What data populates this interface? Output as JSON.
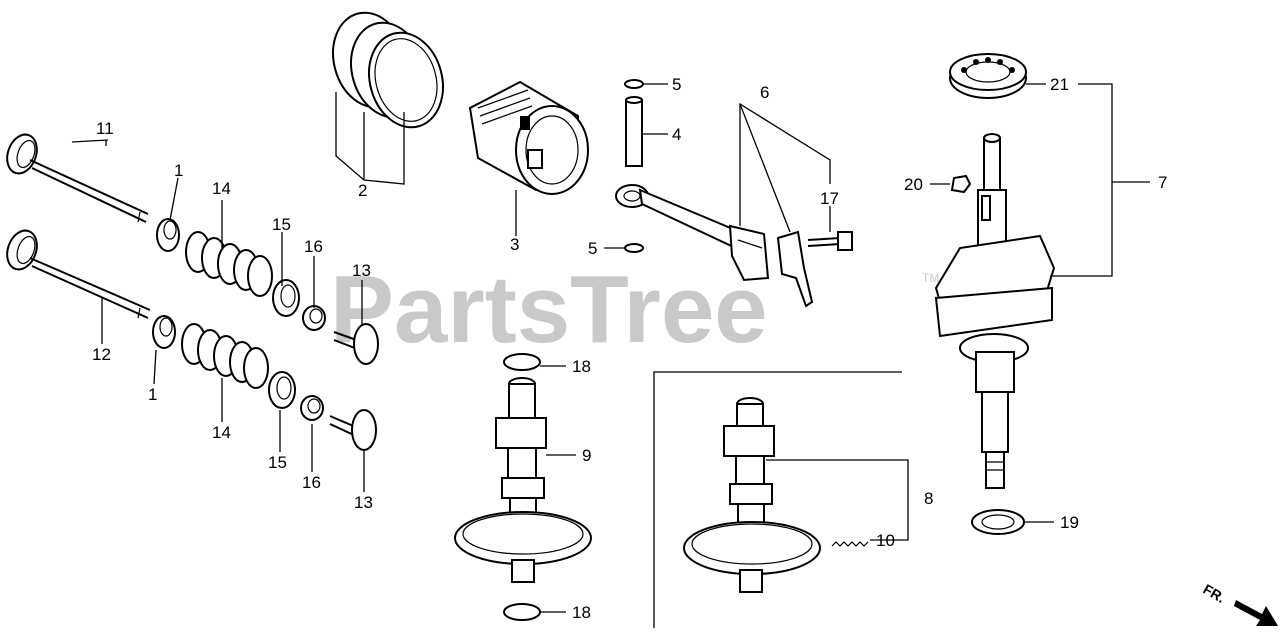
{
  "watermark": {
    "text": "PartsTree",
    "trademark": "TM"
  },
  "direction_label": "FR.",
  "callouts": {
    "c1a": "1",
    "c1b": "1",
    "c2": "2",
    "c3": "3",
    "c4": "4",
    "c5a": "5",
    "c5b": "5",
    "c6": "6",
    "c7": "7",
    "c8": "8",
    "c9": "9",
    "c10": "10",
    "c11": "11",
    "c12": "12",
    "c13a": "13",
    "c13b": "13",
    "c14a": "14",
    "c14b": "14",
    "c15a": "15",
    "c15b": "15",
    "c16a": "16",
    "c16b": "16",
    "c17": "17",
    "c18a": "18",
    "c18b": "18",
    "c19": "19",
    "c20": "20",
    "c21": "21"
  }
}
